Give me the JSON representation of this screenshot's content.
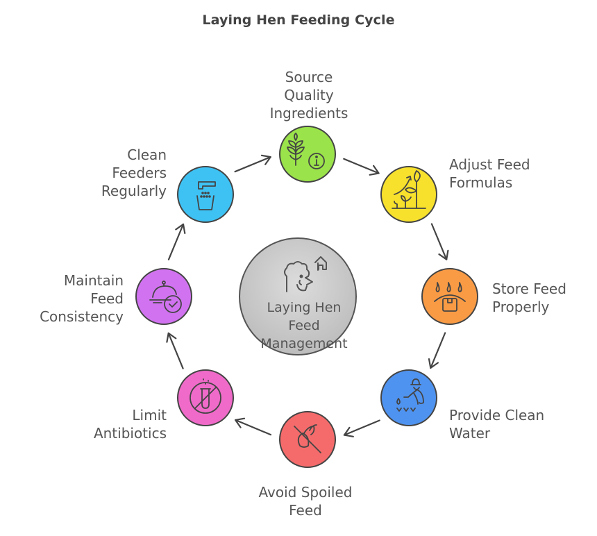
{
  "title": "Laying Hen Feeding Cycle",
  "center": {
    "label_lines": [
      "Laying Hen",
      "Feed",
      "Management"
    ],
    "icon": "hen-house-icon",
    "color": "#cfcfcf"
  },
  "nodes": [
    {
      "id": "source",
      "label_lines": [
        "Source",
        "Quality",
        "Ingredients"
      ],
      "icon": "grain-info-icon",
      "color": "#9be34a"
    },
    {
      "id": "adjust",
      "label_lines": [
        "Adjust Feed",
        "Formulas"
      ],
      "icon": "plant-growth-icon",
      "color": "#f7e12c"
    },
    {
      "id": "store",
      "label_lines": [
        "Store Feed",
        "Properly"
      ],
      "icon": "box-rain-shelter-icon",
      "color": "#f99b45"
    },
    {
      "id": "water",
      "label_lines": [
        "Provide Clean",
        "Water"
      ],
      "icon": "farmer-watering-icon",
      "color": "#4f93f0"
    },
    {
      "id": "spoiled",
      "label_lines": [
        "Avoid Spoiled",
        "Feed"
      ],
      "icon": "no-grain-icon",
      "color": "#f56b6b"
    },
    {
      "id": "antibiotics",
      "label_lines": [
        "Limit",
        "Antibiotics"
      ],
      "icon": "no-test-tube-icon",
      "color": "#f06bc9"
    },
    {
      "id": "consistency",
      "label_lines": [
        "Maintain",
        "Feed",
        "Consistency"
      ],
      "icon": "cloche-check-icon",
      "color": "#d173f0"
    },
    {
      "id": "clean",
      "label_lines": [
        "Clean",
        "Feeders",
        "Regularly"
      ],
      "icon": "faucet-cup-icon",
      "color": "#3ec2f4"
    }
  ],
  "cycle_order": [
    "source",
    "adjust",
    "store",
    "water",
    "spoiled",
    "antibiotics",
    "consistency",
    "clean",
    "source"
  ]
}
